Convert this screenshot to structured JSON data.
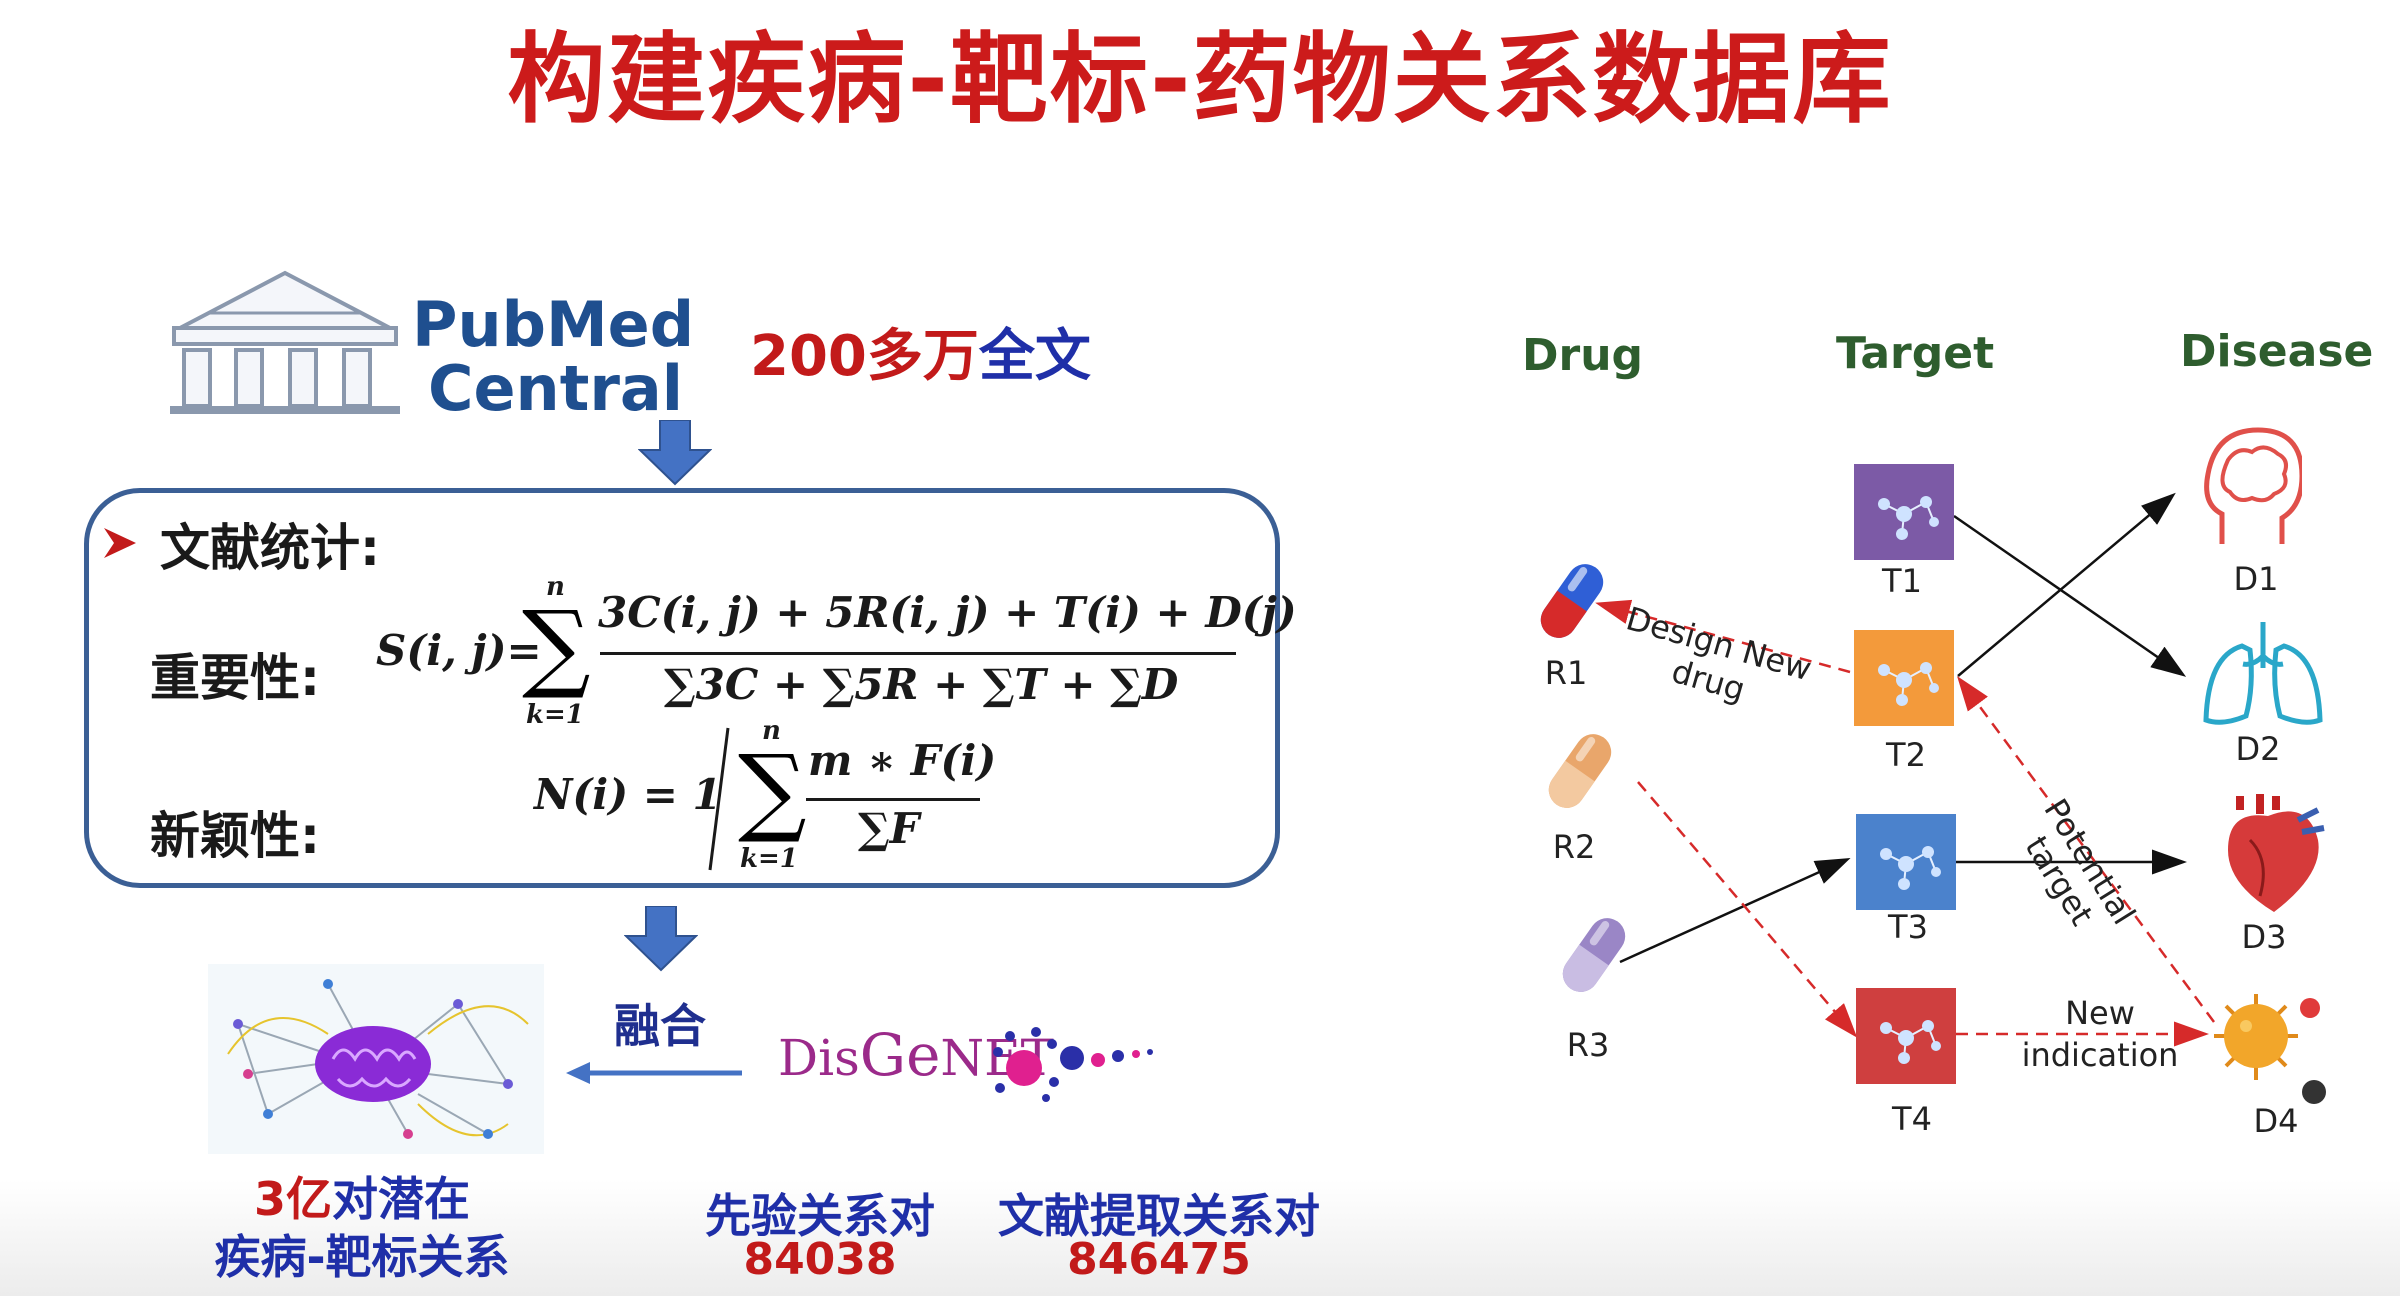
{
  "title": "构建疾病-靶标-药物关系数据库",
  "pmc": {
    "line1": "PubMed",
    "line2": "Central",
    "count_red": "200多万",
    "count_blue": "全文"
  },
  "formula_box": {
    "heading": "文献统计:",
    "importance_label": "重要性:",
    "novelty_label": "新颖性:",
    "importance_lhs": "S(i, j)=",
    "importance_num": "3C(i, j) + 5R(i, j) + T(i) + D(j)",
    "importance_den": "∑3C + ∑5R + ∑T + ∑D",
    "novelty_lhs": "N(i) = 1",
    "novelty_num": "m ∗ F(i)",
    "novelty_den": "∑F",
    "sum_upper": "n",
    "sum_lower": "k=1"
  },
  "fusion": {
    "label": "融合",
    "disgenet": {
      "dis": "Dis",
      "ge": "Ge",
      "net": "NET"
    }
  },
  "stats": {
    "potential_line1_red": "3亿",
    "potential_line1_blue": "对潜在",
    "potential_line2": "疾病-靶标关系",
    "prior_label": "先验关系对",
    "prior_value": "84038",
    "extracted_label": "文献提取关系对",
    "extracted_value": "846475"
  },
  "network": {
    "headers": {
      "drug": "Drug",
      "target": "Target",
      "disease": "Disease"
    },
    "drugs": [
      "R1",
      "R2",
      "R3"
    ],
    "targets": [
      "T1",
      "T2",
      "T3",
      "T4"
    ],
    "diseases": [
      "D1",
      "D2",
      "D3",
      "D4"
    ],
    "annotations": {
      "design_line1": "Design New",
      "design_line2": "drug",
      "potential_line1": "Potential",
      "potential_line2": "target",
      "new_indication_line1": "New",
      "new_indication_line2": "indication"
    },
    "colors": {
      "t1": "#7c5aa6",
      "t2": "#f39a3b",
      "t3": "#4b82cc",
      "t4": "#cf3f3f",
      "dashed": "#d62a2a"
    }
  }
}
